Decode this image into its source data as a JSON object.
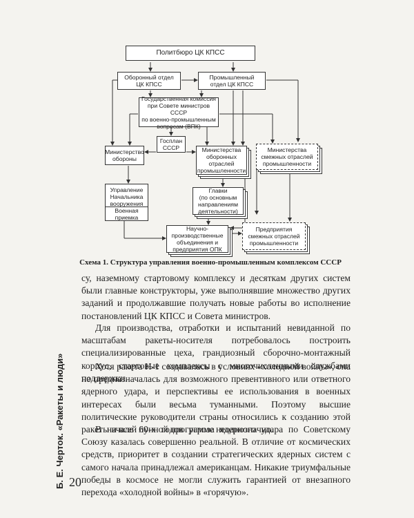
{
  "diagram": {
    "politburo": "Политбюро ЦК КПСС",
    "defense_dept": "Оборонный отдел\nЦК КПСС",
    "industry_dept": "Промышленный\nотдел ЦК КПСС",
    "vpk": "Государственная комиссия\nпри Совете министров СССР\nпо военно-промышленным\nвопросам (ВПК)",
    "gosplan": "Госплан\nСССР",
    "min_defense": "Министерство\nобороны",
    "min_defense_industry": "Министерства\nоборонных\nотраслей\nпромышленности",
    "min_related_industry": "Министерства\nсмежных отраслей\nпромышленности",
    "armaments_chief": "Управление\nНачальника\nвооружения",
    "military_acceptance": "Военная\nприемка",
    "glavki": "Главки\n(по основным\nнаправлениям\nдеятельности)",
    "research_enterprises": "Научно-\nпроизводственные\nобъединения и\nпредприятия ОПК",
    "related_enterprises": "Предприятия\nсмежных отраслей\nпромышленности"
  },
  "caption": "Схема 1. Структура управления военно-промышленным комплексом СССР",
  "paragraphs": [
    "су, наземному стартовому комплексу и десяткам других систем были главные конструкторы, уже выполнявшие множество других заданий и продолжавшие получать новые работы во исполнение постановлений ЦК КПСС и Совета министров.",
    "Для производства, отработки и испытаний невиданной по масштабам ракеты-носителя потребовалось построить специализированные цеха, грандиозный сборочно-монтажный корпус, стартовые комплексы с многочисленными службами поддержки.",
    "Хотя ракета Н-1 создавалась в условиях «холодной войны», она не предназначалась для возможного превентивного или ответного ядерного удара, и перспективы ее использования в военных интересах были весьма туманными. Поэтому высшие политические руководители страны относились к созданию этой ракеты и всей лунной программе неоднозначно.",
    "В начале 60-х годов угроза ядерного удара по Советскому Союзу казалась совершенно реальной. В отличие от космических средств, приоритет в создании стратегических ядерных систем с самого начала принадлежал американцам. Никакие триумфальные победы в космосе не могли служить гарантией от внезапного перехода «холодной войны» в «горячую»."
  ],
  "side_title": "Б. Е. Черток. «Ракеты и люди»",
  "page_number": "20"
}
